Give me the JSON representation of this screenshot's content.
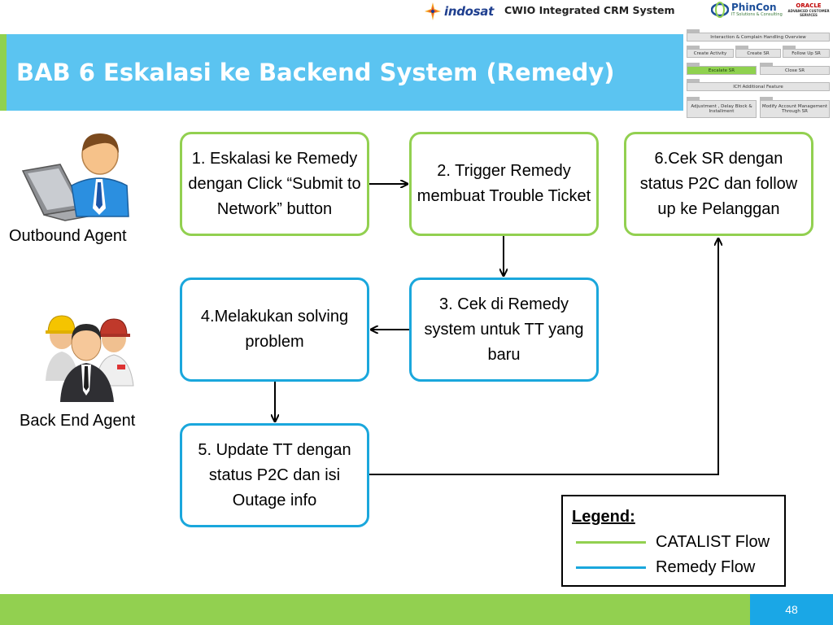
{
  "header": {
    "brand_indosat": "indosat",
    "brand_system": "CWIO Integrated CRM System",
    "brand_phincon": "PhinCon",
    "brand_phincon_sub": "IT Solutions & Consulting",
    "brand_oracle": "ORACLE",
    "brand_oracle_sub": "ADVANCED CUSTOMER SERVICES"
  },
  "title": "BAB 6 Eskalasi ke Backend System (Remedy)",
  "nav_map": {
    "items": [
      {
        "label": "Interaction & Complain Handling Overview",
        "active": false
      },
      {
        "label": "Create Activity",
        "active": false
      },
      {
        "label": "Create SR",
        "active": false
      },
      {
        "label": "Follow Up SR",
        "active": false
      },
      {
        "label": "Escalate SR",
        "active": true
      },
      {
        "label": "Close SR",
        "active": false
      },
      {
        "label": "ICH Additional Feature",
        "active": false
      },
      {
        "label": "Adjustment , Delay Block & Installment",
        "active": false
      },
      {
        "label": "Modify Account Management Through SR",
        "active": false
      }
    ]
  },
  "actors": {
    "outbound": "Outbound Agent",
    "backend": "Back End Agent"
  },
  "steps": [
    {
      "text": "1. Eskalasi ke Remedy dengan Click “Submit to Network” button",
      "flow": "catalist"
    },
    {
      "text": "2. Trigger Remedy membuat Trouble Ticket",
      "flow": "catalist"
    },
    {
      "text": "3. Cek di Remedy system untuk TT yang baru",
      "flow": "remedy"
    },
    {
      "text": "4.Melakukan solving problem",
      "flow": "remedy"
    },
    {
      "text": "5. Update TT dengan status P2C dan isi Outage info",
      "flow": "remedy"
    },
    {
      "text": "6.Cek SR dengan status P2C dan follow up ke Pelanggan",
      "flow": "catalist"
    }
  ],
  "legend": {
    "title": "Legend:",
    "items": [
      {
        "label": "CATALIST Flow",
        "color": "#92d050"
      },
      {
        "label": "Remedy Flow",
        "color": "#1aa7dc"
      }
    ]
  },
  "colors": {
    "banner": "#5bc4f1",
    "accent_green": "#92d050",
    "accent_blue": "#1aa7dc"
  },
  "page_number": "48"
}
